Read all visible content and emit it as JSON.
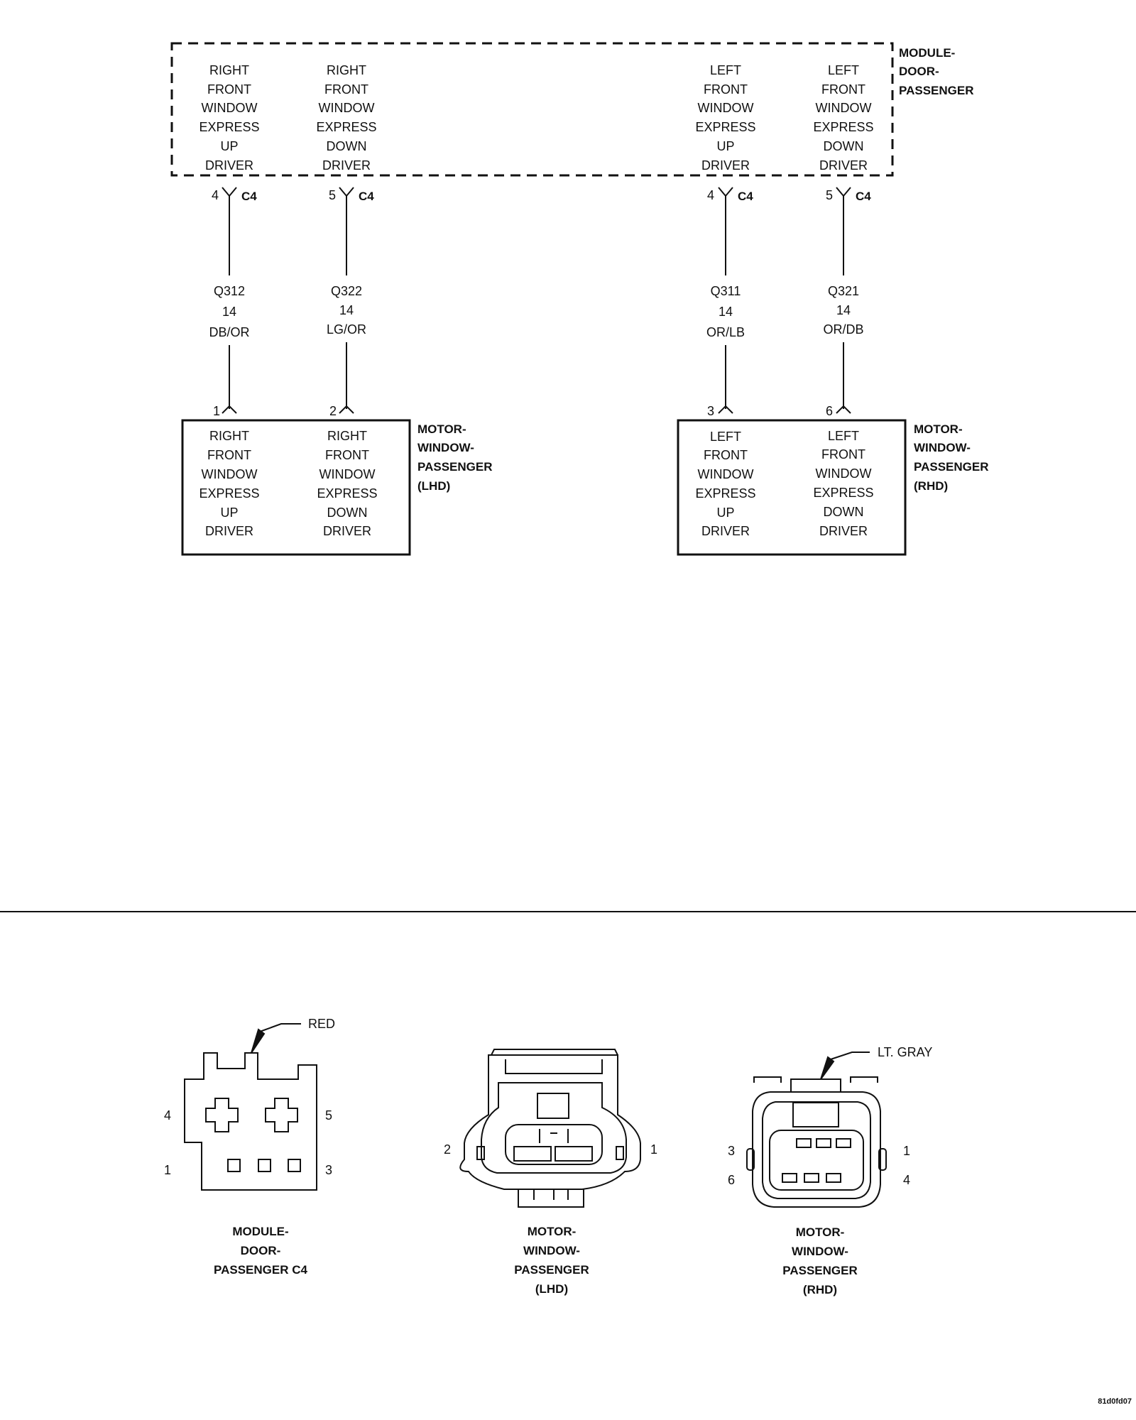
{
  "module": {
    "name": [
      "MODULE-",
      "DOOR-",
      "PASSENGER"
    ],
    "circuits": [
      [
        "RIGHT",
        "FRONT",
        "WINDOW",
        "EXPRESS",
        "UP",
        "DRIVER"
      ],
      [
        "RIGHT",
        "FRONT",
        "WINDOW",
        "EXPRESS",
        "DOWN",
        "DRIVER"
      ],
      [
        "LEFT",
        "FRONT",
        "WINDOW",
        "EXPRESS",
        "UP",
        "DRIVER"
      ],
      [
        "LEFT",
        "FRONT",
        "WINDOW",
        "EXPRESS",
        "DOWN",
        "DRIVER"
      ]
    ]
  },
  "wires": [
    {
      "module_pin": "4",
      "connector": "C4",
      "circuit": "Q312",
      "gauge": "14",
      "color": "DB/OR",
      "motor_pin": "1"
    },
    {
      "module_pin": "5",
      "connector": "C4",
      "circuit": "Q322",
      "gauge": "14",
      "color": "LG/OR",
      "motor_pin": "2"
    },
    {
      "module_pin": "4",
      "connector": "C4",
      "circuit": "Q311",
      "gauge": "14",
      "color": "OR/LB",
      "motor_pin": "3"
    },
    {
      "module_pin": "5",
      "connector": "C4",
      "circuit": "Q321",
      "gauge": "14",
      "color": "OR/DB",
      "motor_pin": "6"
    }
  ],
  "motors": [
    {
      "name": [
        "MOTOR-",
        "WINDOW-",
        "PASSENGER",
        "(LHD)"
      ]
    },
    {
      "name": [
        "MOTOR-",
        "WINDOW-",
        "PASSENGER",
        "(RHD)"
      ]
    }
  ],
  "connector_views": [
    {
      "title": [
        "MODULE-",
        "DOOR-",
        "PASSENGER C4"
      ],
      "callout": "RED",
      "pins": [
        "4",
        "5",
        "1",
        "3"
      ]
    },
    {
      "title": [
        "MOTOR-",
        "WINDOW-",
        "PASSENGER",
        "(LHD)"
      ],
      "pins": [
        "2",
        "1"
      ]
    },
    {
      "title": [
        "MOTOR-",
        "WINDOW-",
        "PASSENGER",
        "(RHD)"
      ],
      "callout": "LT. GRAY",
      "pins": [
        "3",
        "1",
        "6",
        "4"
      ]
    }
  ],
  "figure_id": "81d0fd07"
}
